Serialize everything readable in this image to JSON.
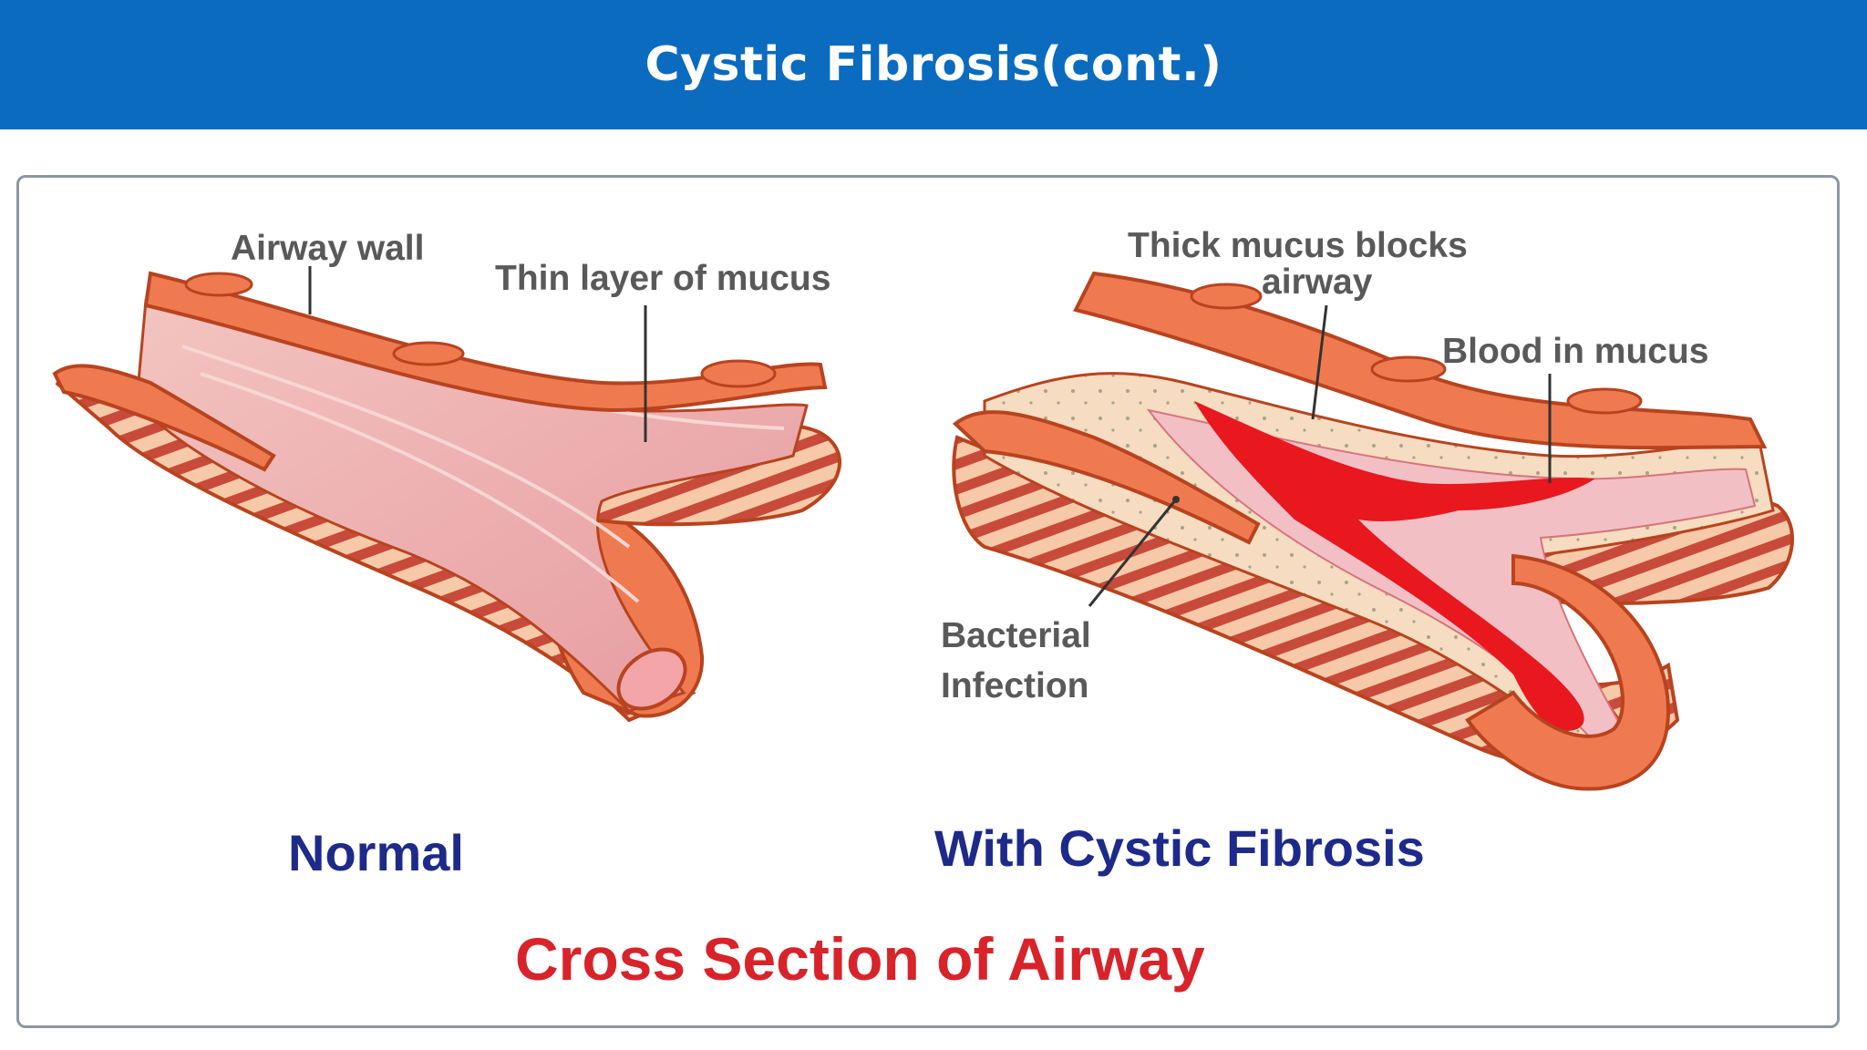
{
  "slide": {
    "title": "Cystic Fibrosis(cont.)"
  },
  "colors": {
    "title_bar": "#0a6bbf",
    "wall_outer": "#f07a4f",
    "wall_stroke": "#b8431f",
    "lumen_pink": "#efb0b2",
    "mucus_cream": "#f6dcc0",
    "blood_red": "#e9171e",
    "caption_blue": "#1e2a8a",
    "caption_red": "#d8232a"
  },
  "diagram": {
    "labels": {
      "airway_wall": "Airway wall",
      "thin_mucus": "Thin layer of mucus",
      "thick_mucus_1": "Thick mucus blocks",
      "thick_mucus_2": "airway",
      "blood_in_mucus": "Blood in mucus",
      "bacterial_1": "Bacterial",
      "bacterial_2": "Infection"
    },
    "captions": {
      "normal": "Normal",
      "cystic": "With Cystic Fibrosis",
      "main": "Cross Section of Airway"
    }
  }
}
